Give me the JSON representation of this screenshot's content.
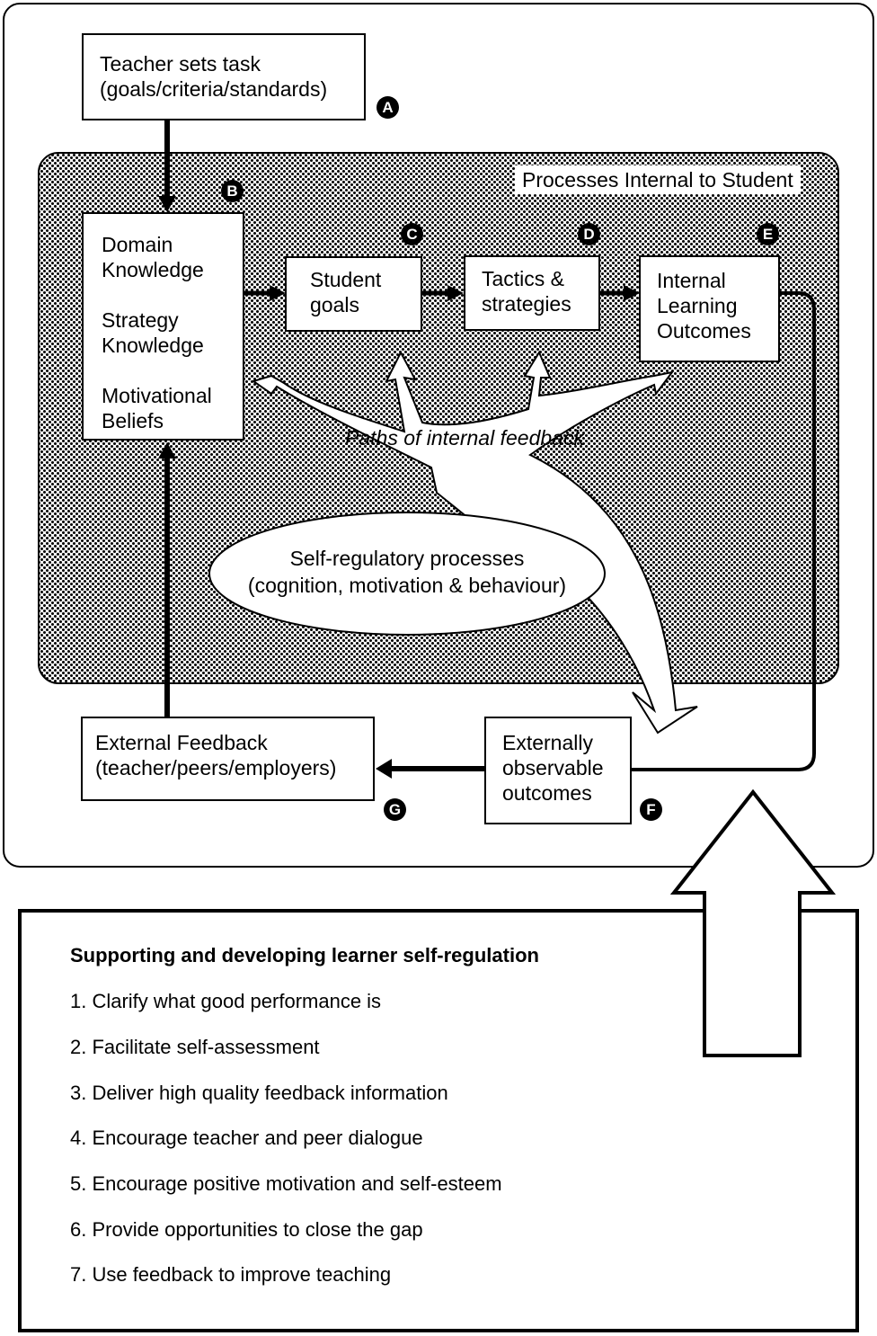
{
  "boxes": {
    "teacher_task": [
      "Teacher sets task",
      "(goals/criteria/standards)"
    ],
    "knowledge": [
      "Domain",
      "Knowledge",
      "Strategy",
      "Knowledge",
      "Motivational",
      "Beliefs"
    ],
    "student_goals": [
      "Student",
      "goals"
    ],
    "tactics": [
      "Tactics &",
      "strategies"
    ],
    "internal_outcomes": [
      "Internal",
      "Learning",
      "Outcomes"
    ],
    "external_feedback": [
      "External Feedback",
      "(teacher/peers/employers)"
    ],
    "external_outcomes": [
      "Externally",
      "observable",
      "outcomes"
    ]
  },
  "badges": {
    "a": "A",
    "b": "B",
    "c": "C",
    "d": "D",
    "e": "E",
    "f": "F",
    "g": "G"
  },
  "panel_title": "Processes Internal to Student",
  "feedback_paths_label": "Paths of internal feedback",
  "self_regulatory": [
    "Self-regulatory processes",
    "(cognition, motivation & behaviour)"
  ],
  "support": {
    "title": "Supporting and developing learner self-regulation",
    "items": [
      "1. Clarify what good performance is",
      "2. Facilitate self-assessment",
      "3. Deliver high quality feedback information",
      "4. Encourage teacher and peer dialogue",
      "5. Encourage positive motivation and self-esteem",
      "6. Provide opportunities to close the gap",
      "7. Use feedback to improve teaching"
    ]
  }
}
